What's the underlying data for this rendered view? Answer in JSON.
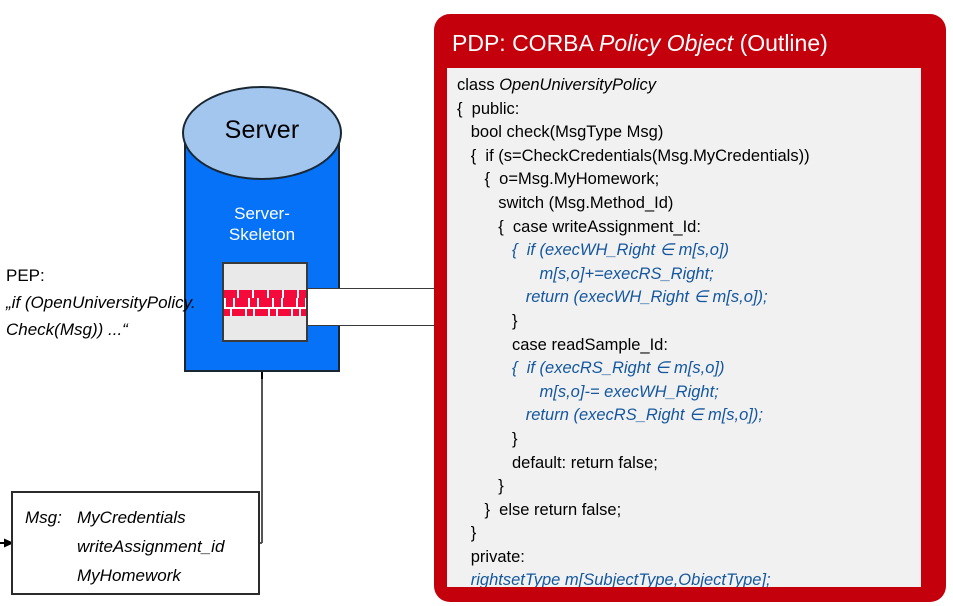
{
  "diagram": {
    "server": {
      "label": "Server",
      "skeleton_label_line1": "Server-",
      "skeleton_label_line2": "Skeleton",
      "body_color": "#0572F7",
      "top_color": "#A3C6EE"
    },
    "firewall_icon_name": "brick-wall-icon",
    "pep": {
      "label": "PEP:",
      "quote_line1": "„if (OpenUniversityPolicy.",
      "quote_line2": "Check(Msg)) ...“"
    },
    "msg_box": {
      "key": "Msg:",
      "fields": [
        "MyCredentials",
        "writeAssignment_id",
        "MyHomework"
      ]
    }
  },
  "pdp": {
    "title_prefix": "PDP: CORBA ",
    "title_italic": "Policy Object",
    "title_suffix": " (Outline)",
    "panel_color": "#C4000C",
    "code_bg": "#F1F1F1",
    "code_accent_color": "#14579E",
    "code": [
      {
        "text": "class ",
        "italic_tail": "OpenUniversityPolicy",
        "blue": false
      },
      {
        "text": "{  public:",
        "blue": false
      },
      {
        "text": "   bool check(MsgType Msg)",
        "blue": false
      },
      {
        "text": "   {  if (s=CheckCredentials(Msg.MyCredentials))",
        "blue": false
      },
      {
        "text": "      {  o=Msg.MyHomework;",
        "blue": false
      },
      {
        "text": "         switch (Msg.Method_Id)",
        "blue": false
      },
      {
        "text": "         {  case writeAssignment_Id:",
        "blue": false
      },
      {
        "text": "            {  if (execWH_Right ∈ m[s,o])",
        "blue": true
      },
      {
        "text": "                  m[s,o]+=execRS_Right;",
        "blue": true
      },
      {
        "text": "               return (execWH_Right ∈ m[s,o]);",
        "blue": true
      },
      {
        "text": "            }",
        "blue": false
      },
      {
        "text": "            case readSample_Id:",
        "blue": false
      },
      {
        "text": "            {  if (execRS_Right ∈ m[s,o])",
        "blue": true
      },
      {
        "text": "                  m[s,o]-= execWH_Right;",
        "blue": true
      },
      {
        "text": "               return (execRS_Right ∈ m[s,o]);",
        "blue": true
      },
      {
        "text": "            }",
        "blue": false
      },
      {
        "text": "            default: return false;",
        "blue": false
      },
      {
        "text": "         }",
        "blue": false
      },
      {
        "text": "      }  else return false;",
        "blue": false
      },
      {
        "text": "   }",
        "blue": false
      },
      {
        "text": "   private:",
        "blue": false
      },
      {
        "text": "   rightsetType m[SubjectType,ObjectType];",
        "blue": true
      },
      {
        "text": "}",
        "blue": false
      }
    ]
  }
}
